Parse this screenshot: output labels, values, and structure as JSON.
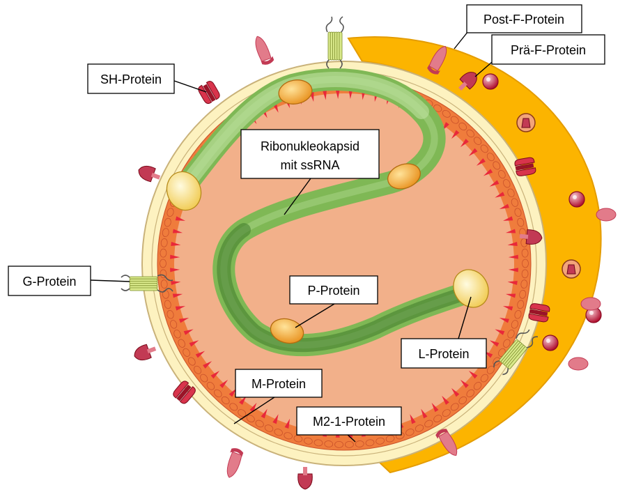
{
  "colors": {
    "envelope_outer": "#fdf2c0",
    "envelope_stroke": "#c9b27a",
    "interior": "#f2b08a",
    "matrix_protein": "#ef7c3c",
    "matrix_dark": "#c9502a",
    "m21_protein": "#e8283a",
    "nucleocapsid_light": "#bfe1a0",
    "nucleocapsid_mid": "#7fb855",
    "nucleocapsid_dark": "#3f7a2c",
    "glycoprotein_g": "#d9e98a",
    "glycoprotein_g_stroke": "#7a8a2a",
    "glycoprotein_tail": "#555555",
    "sh_protein": "#d8344c",
    "f_protein": "#e27b8a",
    "f_protein_dark": "#c23a54",
    "p_protein": "#f2a531",
    "p_protein_stroke": "#b36b10",
    "l_protein": "#f7e27a",
    "l_protein_stroke": "#b58a1a",
    "cell_back": "#fcb400",
    "cell_back_stroke": "#e49c00"
  },
  "labels": {
    "post_f": "Post-F-Protein",
    "prae_f": "Prä-F-Protein",
    "sh": "SH-Protein",
    "ribo_line1": "Ribonukleokapsid",
    "ribo_line2": "mit ssRNA",
    "g": "G-Protein",
    "p": "P-Protein",
    "l": "L-Protein",
    "m": "M-Protein",
    "m21": "M2-1-Protein"
  }
}
